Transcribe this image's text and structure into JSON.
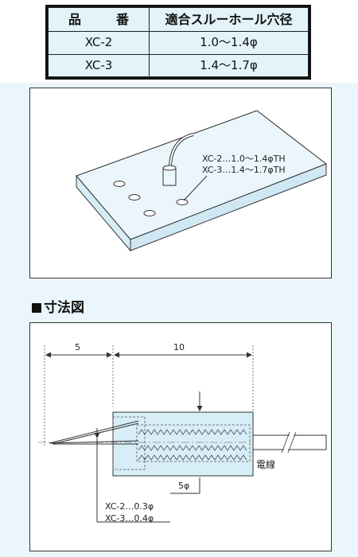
{
  "spec_table": {
    "headers": [
      "品　番",
      "適合スルーホール穴径"
    ],
    "rows": [
      [
        "XC-2",
        "1.0〜1.4φ"
      ],
      [
        "XC-3",
        "1.4〜1.7φ"
      ]
    ]
  },
  "iso_diagram": {
    "callout_line1": "XC-2…1.0〜1.4φTH",
    "callout_line2": "XC-3…1.4〜1.7φTH"
  },
  "dimension_section": {
    "heading": "寸法図",
    "dim_left": "5",
    "dim_top": "10",
    "dim_diameter": "5φ",
    "wire_label": "電線",
    "note_line1": "XC-2…0.3φ",
    "note_line2": "XC-3…0.4φ"
  },
  "colors": {
    "background": "#eaf6fb",
    "sleeve_fill": "#d7eef8",
    "table_fill": "#e3f3f9"
  }
}
